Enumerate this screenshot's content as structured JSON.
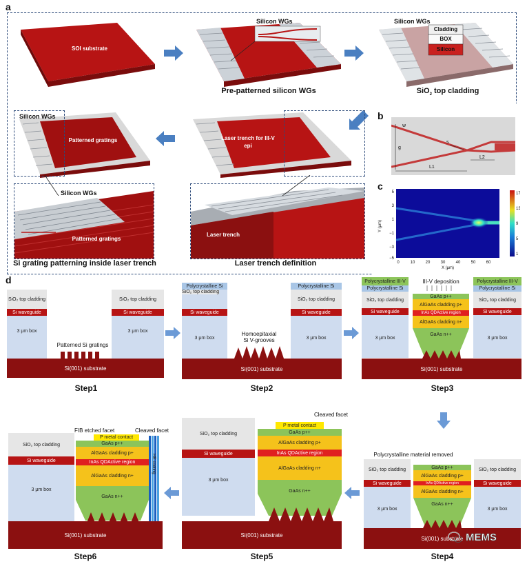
{
  "panels": {
    "a": "a",
    "b": "b",
    "c": "c",
    "d": "d"
  },
  "panel_a": {
    "soi_label": "SOI substrate",
    "silicon_wgs": "Silicon WGs",
    "cap1": "Pre-patterned silicon WGs",
    "cap2": "SiO",
    "cap2_sub": "2",
    "cap2_rest": " top cladding",
    "inset_cladding": "Cladding",
    "inset_box": "BOX",
    "inset_silicon": "Silicon",
    "laser_trench_epi": "Laser trench for III-V epi",
    "patterned_gratings": "Patterned gratings",
    "laser_trench": "Laser trench",
    "cap_grating": "Si grating patterning inside laser trench",
    "cap_trench": "Laser trench definition"
  },
  "panel_b": {
    "w": "w",
    "g": "g",
    "s": "s",
    "L1": "L1",
    "L2": "L2"
  },
  "panel_c": {
    "ylabel": "Y (μm)",
    "xlabel": "X (μm)",
    "yticks": [
      "5",
      "3",
      "1",
      "−1",
      "−3",
      "−5"
    ],
    "xticks": [
      "0",
      "10",
      "20",
      "30",
      "40",
      "50",
      "60"
    ],
    "cbar": [
      "17",
      "13",
      "9",
      "5",
      "1"
    ]
  },
  "panel_d": {
    "sio2": "SiO₂ top cladding",
    "si_wg": "Si waveguide",
    "box": "3 μm box",
    "substrate": "Si(001) substrate",
    "poly_si": "Polycrystalline Si",
    "poly_iiiv": "Polycrystalline III-V",
    "patterned_si": "Patterned Si gratings",
    "homoepi": "Homoepitaxial",
    "vgrooves": "Si V-grooves",
    "iiiv_dep": "III-V deposition",
    "gaas_pp": "GaAs p++",
    "algaas_p": "AlGaAs cladding p+",
    "inas": "InAs QDActive region",
    "algaas_n": "AlGaAs cladding n+",
    "gaas_nn": "GaAs n++",
    "pmetal": "P metal contact",
    "cleaved": "Cleaved facet",
    "fib": "FIB etched facet",
    "hr": "HR coating",
    "poly_removed": "Polycrystalline material removed",
    "steps": [
      "Step1",
      "Step2",
      "Step3",
      "Step4",
      "Step5",
      "Step6"
    ]
  },
  "watermark": "MEMS",
  "colors": {
    "dark_red": "#8b1010",
    "red": "#b71414",
    "blue_arrow": "#4a7fc1",
    "box": "#cfdcef",
    "cladding": "#e6e6e6",
    "yellow": "#f5c21b",
    "green": "#8cc45a"
  }
}
